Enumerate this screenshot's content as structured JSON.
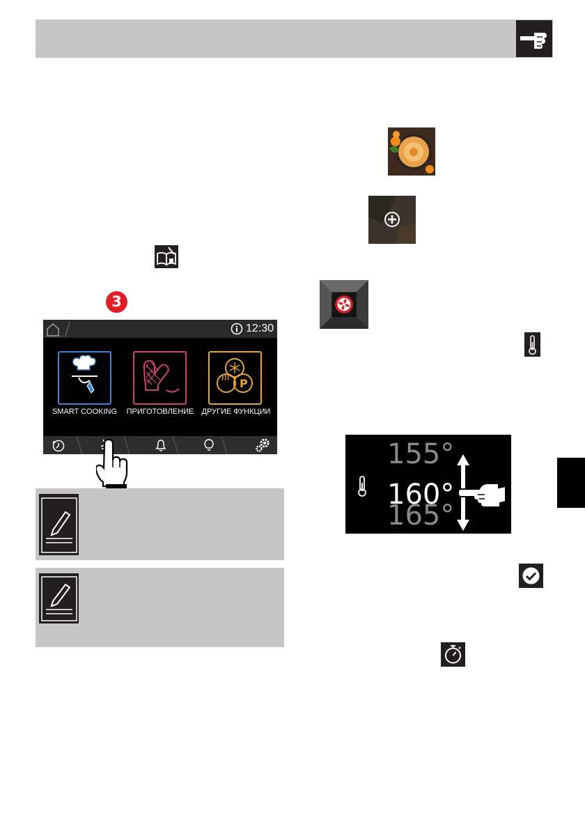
{
  "step_badge": "3",
  "oven_screen": {
    "clock": "12:30",
    "tiles": [
      {
        "label": "SMART COOKING",
        "color": "#3f87d6",
        "icon": "chef-icon"
      },
      {
        "label": "ПРИГОТОВЛЕНИЕ",
        "color": "#cc4467",
        "icon": "oven-mitt-icon"
      },
      {
        "label": "ДРУГИЕ ФУНКЦИИ",
        "color": "#e8a637",
        "icon": "other-functions-icon"
      }
    ],
    "bottom_icons": [
      "timer-icon",
      "recipe-icon",
      "bell-icon",
      "bulb-icon",
      "settings-icon"
    ]
  },
  "temperature_screen": {
    "values": [
      "155°",
      "160°",
      "165°"
    ]
  },
  "colors": {
    "header_gray": "#c6c6c6",
    "badge_red": "#e11e26",
    "icon_dark": "#231f20"
  }
}
